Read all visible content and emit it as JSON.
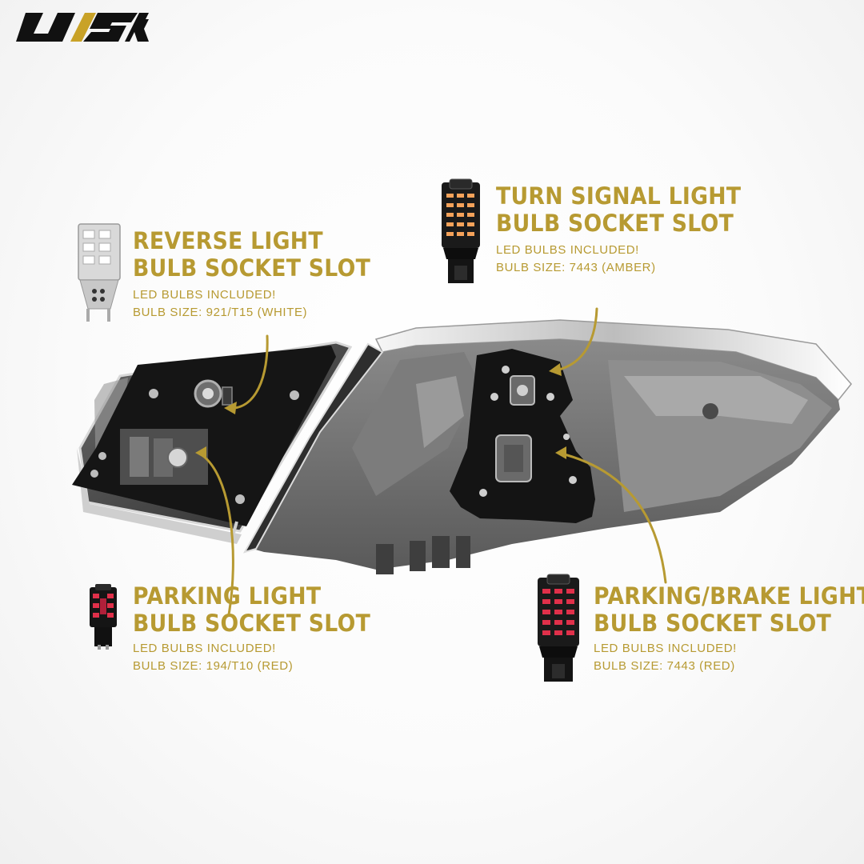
{
  "brand": {
    "logo_text": "USR",
    "logo_color": "#111111",
    "logo_slash_color": "#c9a227"
  },
  "accent_color": "#b79a32",
  "callouts": [
    {
      "id": "reverse",
      "title_line1": "REVERSE LIGHT",
      "title_line2": "BULB SOCKET SLOT",
      "note": "LED BULBS INCLUDED!",
      "bulb_size": "BULB SIZE: 921/T15 (WHITE)",
      "bulb_icon": "white-led-bulb-icon",
      "bulb_color": "#ffffff"
    },
    {
      "id": "turn",
      "title_line1": "TURN SIGNAL LIGHT",
      "title_line2": "BULB SOCKET SLOT",
      "note": "LED BULBS INCLUDED!",
      "bulb_size": "BULB SIZE: 7443 (AMBER)",
      "bulb_icon": "amber-led-bulb-icon",
      "bulb_color": "#f5a25a"
    },
    {
      "id": "parking",
      "title_line1": "PARKING LIGHT",
      "title_line2": "BULB SOCKET SLOT",
      "note": "LED BULBS INCLUDED!",
      "bulb_size": "BULB SIZE: 194/T10 (RED)",
      "bulb_icon": "red-led-bulb-icon",
      "bulb_color": "#e0304a"
    },
    {
      "id": "brake",
      "title_line1": "PARKING/BRAKE LIGHT",
      "title_line2": "BULB SOCKET SLOT",
      "note": "LED BULBS INCLUDED!",
      "bulb_size": "BULB SIZE: 7443 (RED)",
      "bulb_icon": "red-led-bulb-icon",
      "bulb_color": "#e0304a"
    }
  ]
}
